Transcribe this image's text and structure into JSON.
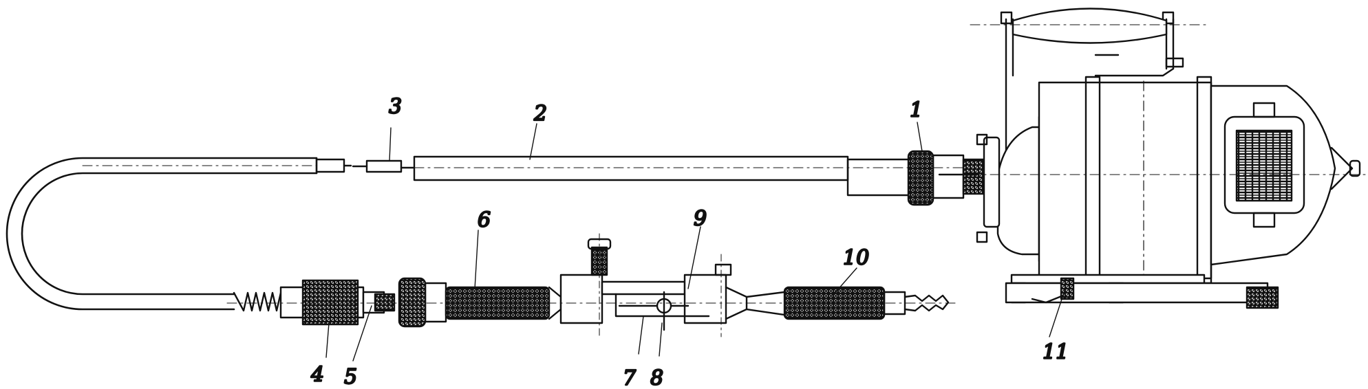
{
  "figure": {
    "ink_color": "#111111",
    "background": "#ffffff",
    "labels": {
      "l1": "1",
      "l2": "2",
      "l3": "3",
      "l4": "4",
      "l5": "5",
      "l6": "6",
      "l7": "7",
      "l8": "8",
      "l9": "9",
      "l10": "10",
      "l11": "11"
    }
  }
}
